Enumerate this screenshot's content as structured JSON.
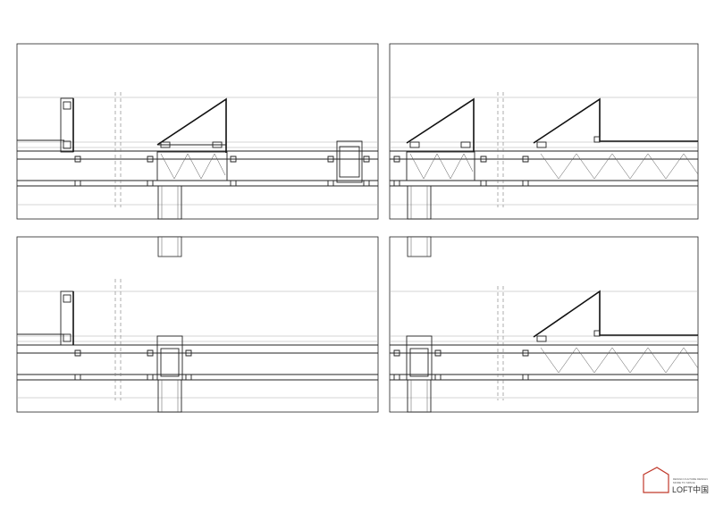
{
  "brand": {
    "tagline_line1": "DESIGN CULTURE DESIGN",
    "tagline_line2": "MORE TO SPACE",
    "name": "LOFT中国",
    "logo_color": "#c0392b"
  },
  "drawing": {
    "panels": [
      {
        "id": "top-left"
      },
      {
        "id": "top-right"
      },
      {
        "id": "bottom-left"
      },
      {
        "id": "bottom-right"
      }
    ]
  }
}
